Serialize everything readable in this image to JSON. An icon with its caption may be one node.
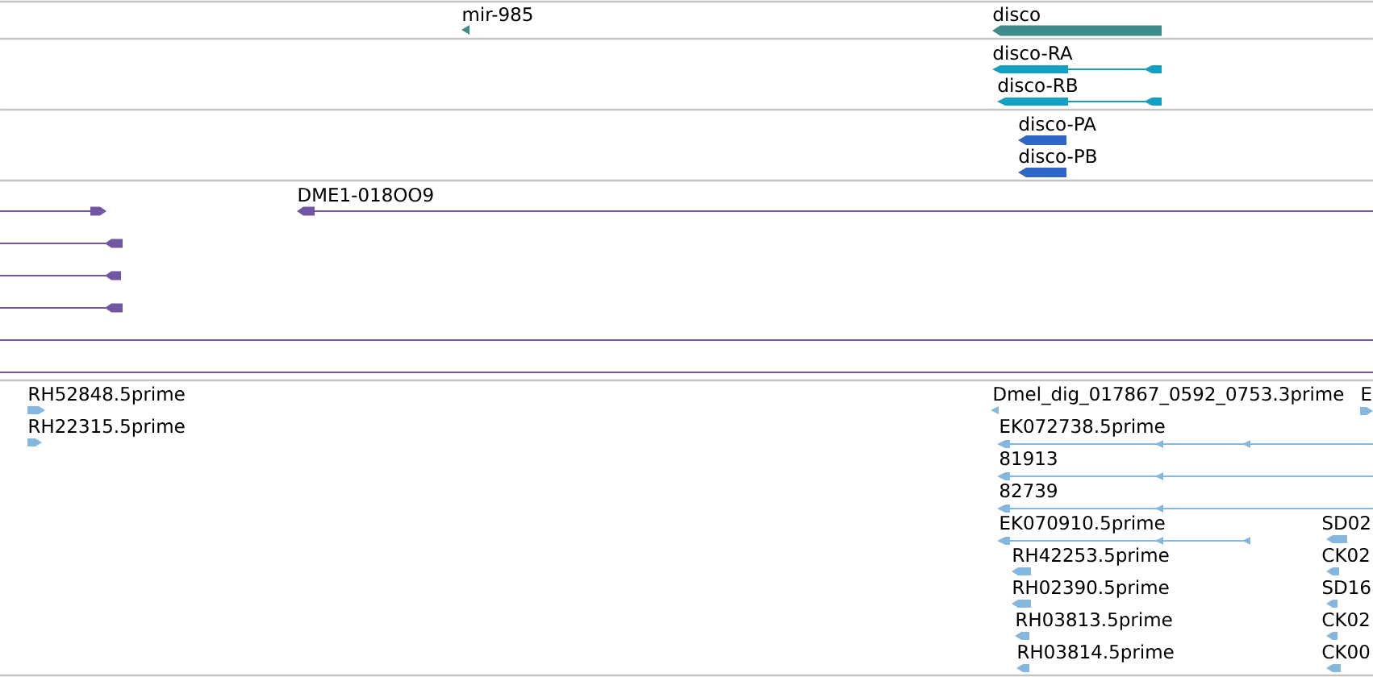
{
  "diagram": {
    "nodes": [
      {
        "text": [
          "mir-985"
        ]
      },
      {
        "text": [
          "disco"
        ]
      },
      {
        "text": [
          "disco-RA"
        ]
      },
      {
        "text": [
          "disco-RB"
        ]
      },
      {
        "text": [
          "disco-PA"
        ]
      },
      {
        "text": [
          "disco-PB"
        ]
      },
      {
        "text": [],
        "shape": "bar"
      },
      {
        "text": [
          "DME1-018OO9"
        ]
      },
      {
        "text": [],
        "shape": "bar"
      },
      {
        "text": [],
        "shape": "bar"
      },
      {
        "text": [],
        "shape": "bar"
      },
      {
        "text": [],
        "shape": "bar"
      },
      {
        "text": [],
        "shape": "bar"
      },
      {
        "text": [
          "RH52848.5prime"
        ]
      },
      {
        "text": [
          "Dmel_dig_017867_0592_0753.3prime"
        ]
      },
      {
        "text": [
          "E"
        ]
      },
      {
        "text": [
          "RH22315.5prime"
        ]
      },
      {
        "text": [
          "EK072738.5prime"
        ]
      },
      {
        "text": [
          "81913"
        ]
      },
      {
        "text": [
          "82739"
        ]
      },
      {
        "text": [
          "EK070910.5prime"
        ]
      },
      {
        "text": [
          "SD02"
        ]
      },
      {
        "text": [
          "RH42253.5prime"
        ]
      },
      {
        "text": [
          "CK02"
        ]
      },
      {
        "text": [
          "RH02390.5prime"
        ]
      },
      {
        "text": [
          "SD16"
        ]
      },
      {
        "text": [
          "RH03813.5prime"
        ]
      },
      {
        "text": [
          "CK02"
        ]
      },
      {
        "text": [
          "RH03814.5prime"
        ]
      },
      {
        "text": [
          "CK00"
        ]
      }
    ]
  }
}
